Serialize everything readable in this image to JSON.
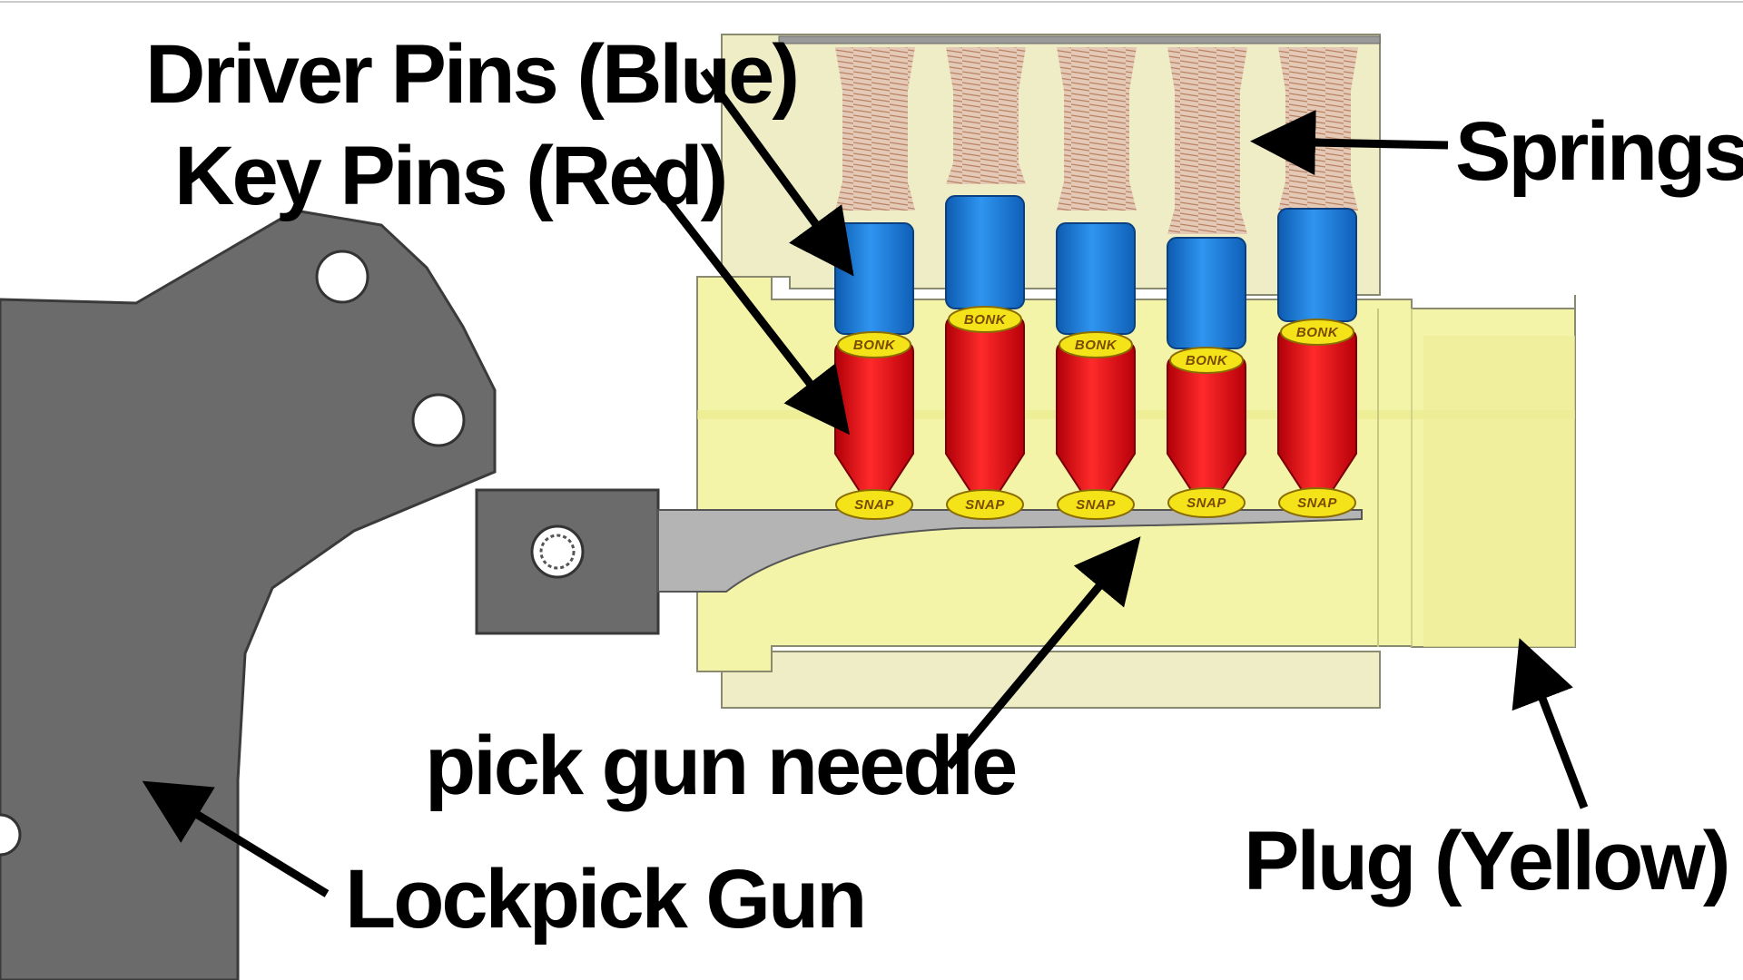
{
  "diagram": {
    "labels": {
      "driver_pins": "Driver Pins (Blue)",
      "key_pins": "Key Pins (Red)",
      "springs": "Springs",
      "needle": "pick gun needle",
      "gun": "Lockpick Gun",
      "plug": "Plug (Yellow)"
    },
    "pin_stacks": [
      {
        "top_effect": "BONK",
        "bottom_effect": "SNAP"
      },
      {
        "top_effect": "BONK",
        "bottom_effect": "SNAP"
      },
      {
        "top_effect": "BONK",
        "bottom_effect": "SNAP"
      },
      {
        "top_effect": "BONK",
        "bottom_effect": "SNAP"
      },
      {
        "top_effect": "BONK",
        "bottom_effect": "SNAP"
      }
    ],
    "colors": {
      "driver_pin": "#1e7fe0",
      "key_pin": "#e8101a",
      "plug": "#f4f4a8",
      "housing": "#efedc6",
      "gun": "#6b6b6b",
      "needle": "#b4b4b4",
      "spring": "#c99a7c",
      "effect_burst": "#f5e31a"
    }
  }
}
